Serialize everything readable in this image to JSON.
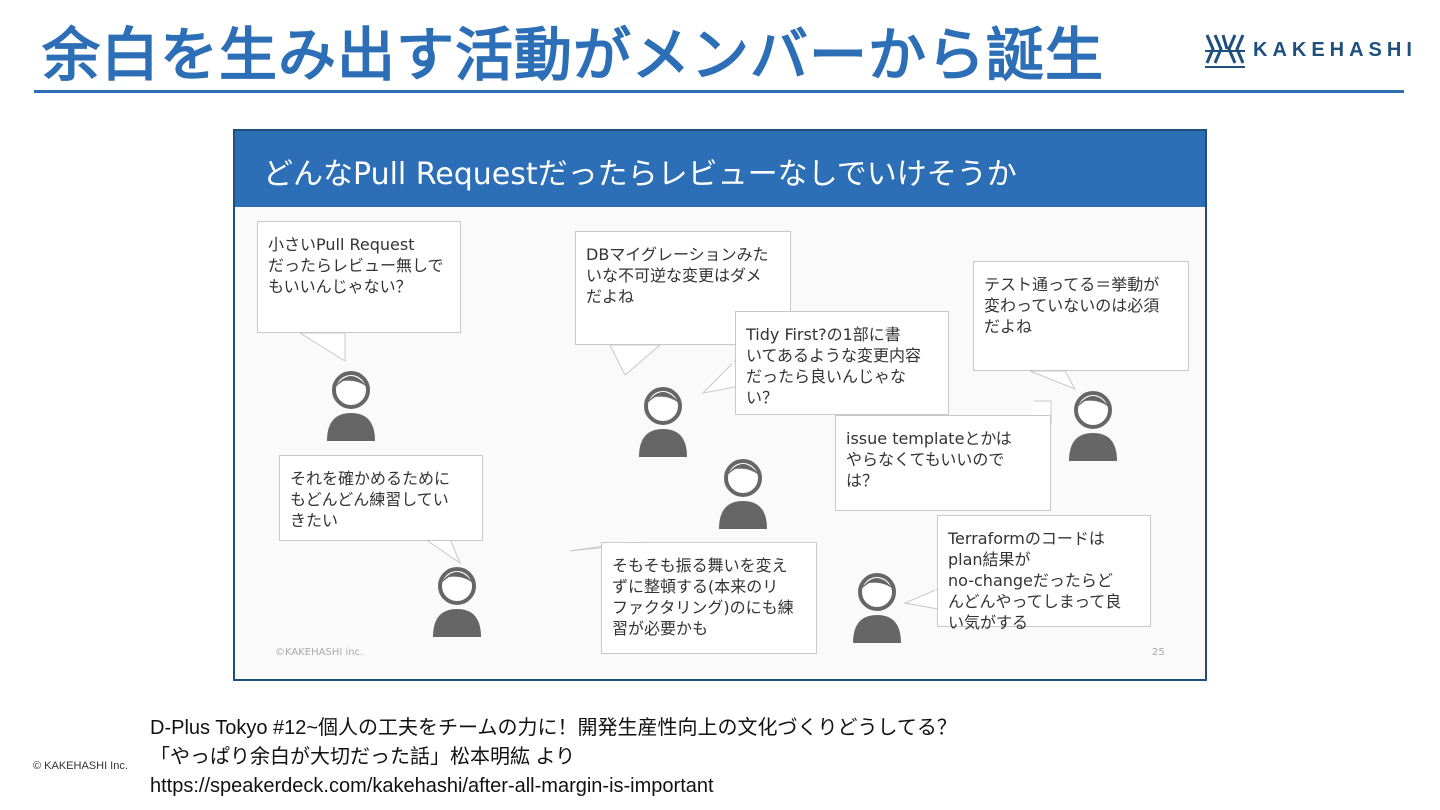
{
  "page": {
    "title": "余白を生み出す活動がメンバーから誕生",
    "logo_text": "KAKEHASHI",
    "copyright": "© KAKEHASHI Inc.",
    "caption_lines": [
      "D-Plus Tokyo #12~個人の工夫をチームの力に！開発生産性向上の文化づくりどうしてる？",
      "「やっぱり余白が大切だった話」松本明紘 より",
      "https://speakerdeck.com/kakehashi/after-all-margin-is-important"
    ]
  },
  "slide": {
    "title": "どんなPull Requestだったらレビューなしでいけそうか",
    "footer_left": "©KAKEHASHI inc.",
    "page_number": "25",
    "bubbles": [
      "小さいPull Request\nだったらレビュー無しで\nもいいんじゃない？",
      "DBマイグレーションみた\nいな不可逆な変更はダメ\nだよね",
      "Tidy First?の1部に書\nいてあるような変更内容\nだったら良いんじゃな\nい？",
      "テスト通ってる＝挙動が\n変わっていないのは必須\nだよね",
      "それを確かめるために\nもどんどん練習してい\nきたい",
      "issue templateとかは\nやらなくてもいいので\nは？",
      "そもそも振る舞いを変え\nずに整頓する(本来のリ\nファクタリング)のにも練\n習が必要かも",
      "Terraformのコードは\nplan結果が\nno-changeだったらど\nんどんやってしまって良\nい気がする"
    ]
  },
  "colors": {
    "brand_blue": "#2c6fb7",
    "logo_navy": "#1f4f7c",
    "person_gray": "#666666"
  }
}
